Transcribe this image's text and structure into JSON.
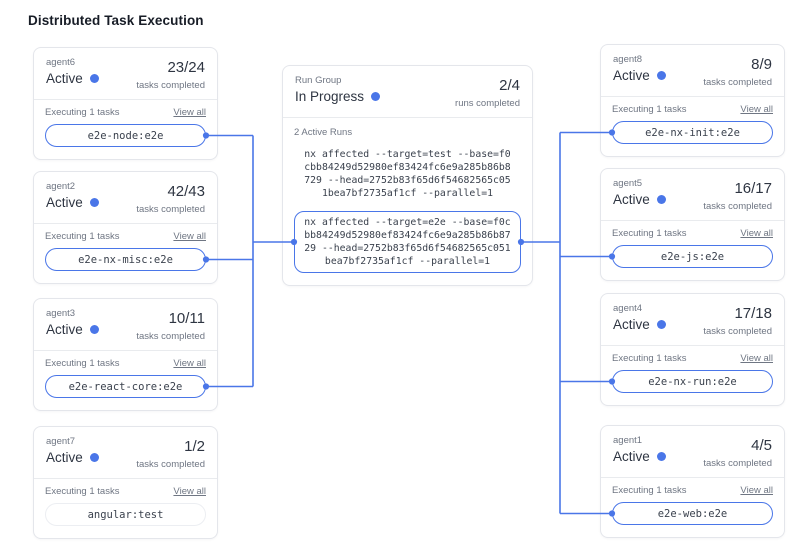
{
  "page_title": "Distributed Task Execution",
  "colors": {
    "accent": "#4a76e8",
    "card_border": "#e4e6eb",
    "text_dark": "#2e3542",
    "text_muted": "#6f7683",
    "faint_pill_border": "#eceef2"
  },
  "labels": {
    "executing": "Executing 1 tasks",
    "view_all": "View all",
    "tasks_completed": "tasks completed"
  },
  "run_group": {
    "label": "Run Group",
    "status": "In Progress",
    "fraction": "2/4",
    "caption": "runs completed",
    "active_runs": "2 Active Runs",
    "runs": [
      {
        "command": "nx affected --target=test --base=f0cbb84249d52980ef83424fc6e9a285b86b8729 --head=2752b83f65d6f54682565c051bea7bf2735af1cf --parallel=1",
        "highlighted": false
      },
      {
        "command": "nx affected --target=e2e --base=f0cbb84249d52980ef83424fc6e9a285b86b8729 --head=2752b83f65d6f54682565c051bea7bf2735af1cf --parallel=1",
        "highlighted": true
      }
    ]
  },
  "agents_left": [
    {
      "name": "agent6",
      "status": "Active",
      "fraction": "23/24",
      "task": "e2e-node:e2e",
      "connected": true
    },
    {
      "name": "agent2",
      "status": "Active",
      "fraction": "42/43",
      "task": "e2e-nx-misc:e2e",
      "connected": true
    },
    {
      "name": "agent3",
      "status": "Active",
      "fraction": "10/11",
      "task": "e2e-react-core:e2e",
      "connected": true
    },
    {
      "name": "agent7",
      "status": "Active",
      "fraction": "1/2",
      "task": "angular:test",
      "connected": false
    }
  ],
  "agents_right": [
    {
      "name": "agent8",
      "status": "Active",
      "fraction": "8/9",
      "task": "e2e-nx-init:e2e",
      "connected": true
    },
    {
      "name": "agent5",
      "status": "Active",
      "fraction": "16/17",
      "task": "e2e-js:e2e",
      "connected": true
    },
    {
      "name": "agent4",
      "status": "Active",
      "fraction": "17/18",
      "task": "e2e-nx-run:e2e",
      "connected": true
    },
    {
      "name": "agent1",
      "status": "Active",
      "fraction": "4/5",
      "task": "e2e-web:e2e",
      "connected": true
    }
  ]
}
